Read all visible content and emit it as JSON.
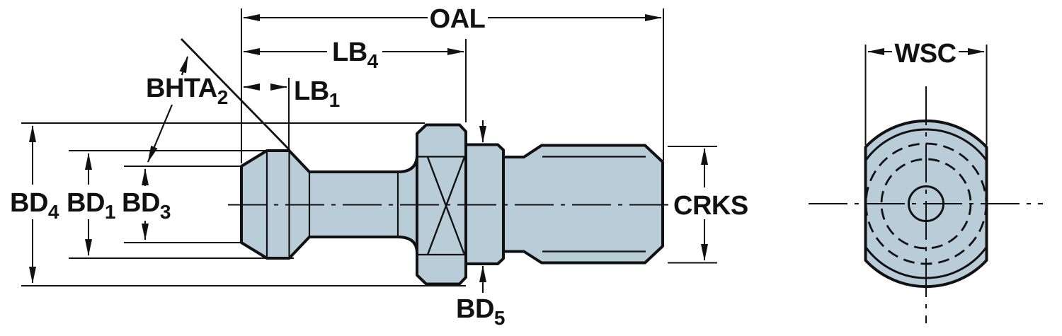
{
  "title": "Pull stud dimensional drawing",
  "colors": {
    "part_fill": "#b9cdd9",
    "line": "#111111",
    "background": "#ffffff"
  },
  "labels": {
    "oal": "OAL",
    "lb4": {
      "base": "LB",
      "sub": "4"
    },
    "lb1": {
      "base": "LB",
      "sub": "1"
    },
    "bhta2": {
      "base": "BHTA",
      "sub": "2"
    },
    "bd4": {
      "base": "BD",
      "sub": "4"
    },
    "bd1": {
      "base": "BD",
      "sub": "1"
    },
    "bd3": {
      "base": "BD",
      "sub": "3"
    },
    "bd5": {
      "base": "BD",
      "sub": "5"
    },
    "crks": "CRKS",
    "wsc": "WSC"
  }
}
